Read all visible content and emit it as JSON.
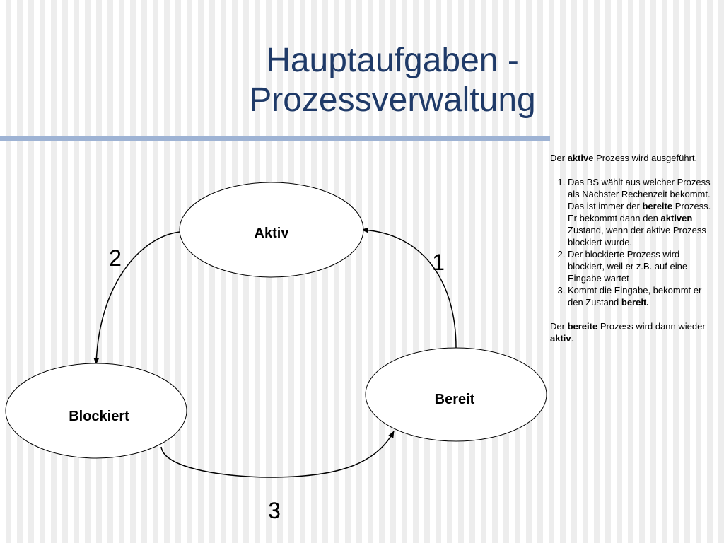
{
  "title": {
    "line1": "Hauptaufgaben -",
    "line2": "Prozessverwaltung"
  },
  "diagram": {
    "states": {
      "aktiv": "Aktiv",
      "bereit": "Bereit",
      "blockiert": "Blockiert"
    },
    "transitions": {
      "t1": "1",
      "t2": "2",
      "t3": "3"
    }
  },
  "notes": {
    "intro": {
      "pre": "Der ",
      "bold": "aktive",
      "post": " Prozess wird ausgeführt."
    },
    "items": [
      {
        "t1": "Das BS wählt aus welcher Prozess als Nächster Rechenzeit bekommt. Das ist immer der ",
        "b1": "bereite",
        "t2": " Prozess. Er bekommt dann den ",
        "b2": "aktiven",
        "t3": " Zustand, wenn der aktive Prozess blockiert wurde."
      },
      {
        "text": "Der blockierte Prozess wird blockiert, weil er z.B. auf eine Eingabe wartet"
      },
      {
        "text": "Kommt die Eingabe, bekommt er den Zustand ",
        "bold": "bereit."
      }
    ],
    "outro": {
      "pre": "Der ",
      "b1": "bereite",
      "mid": " Prozess wird dann wieder ",
      "b2": "aktiv",
      "post": "."
    }
  }
}
